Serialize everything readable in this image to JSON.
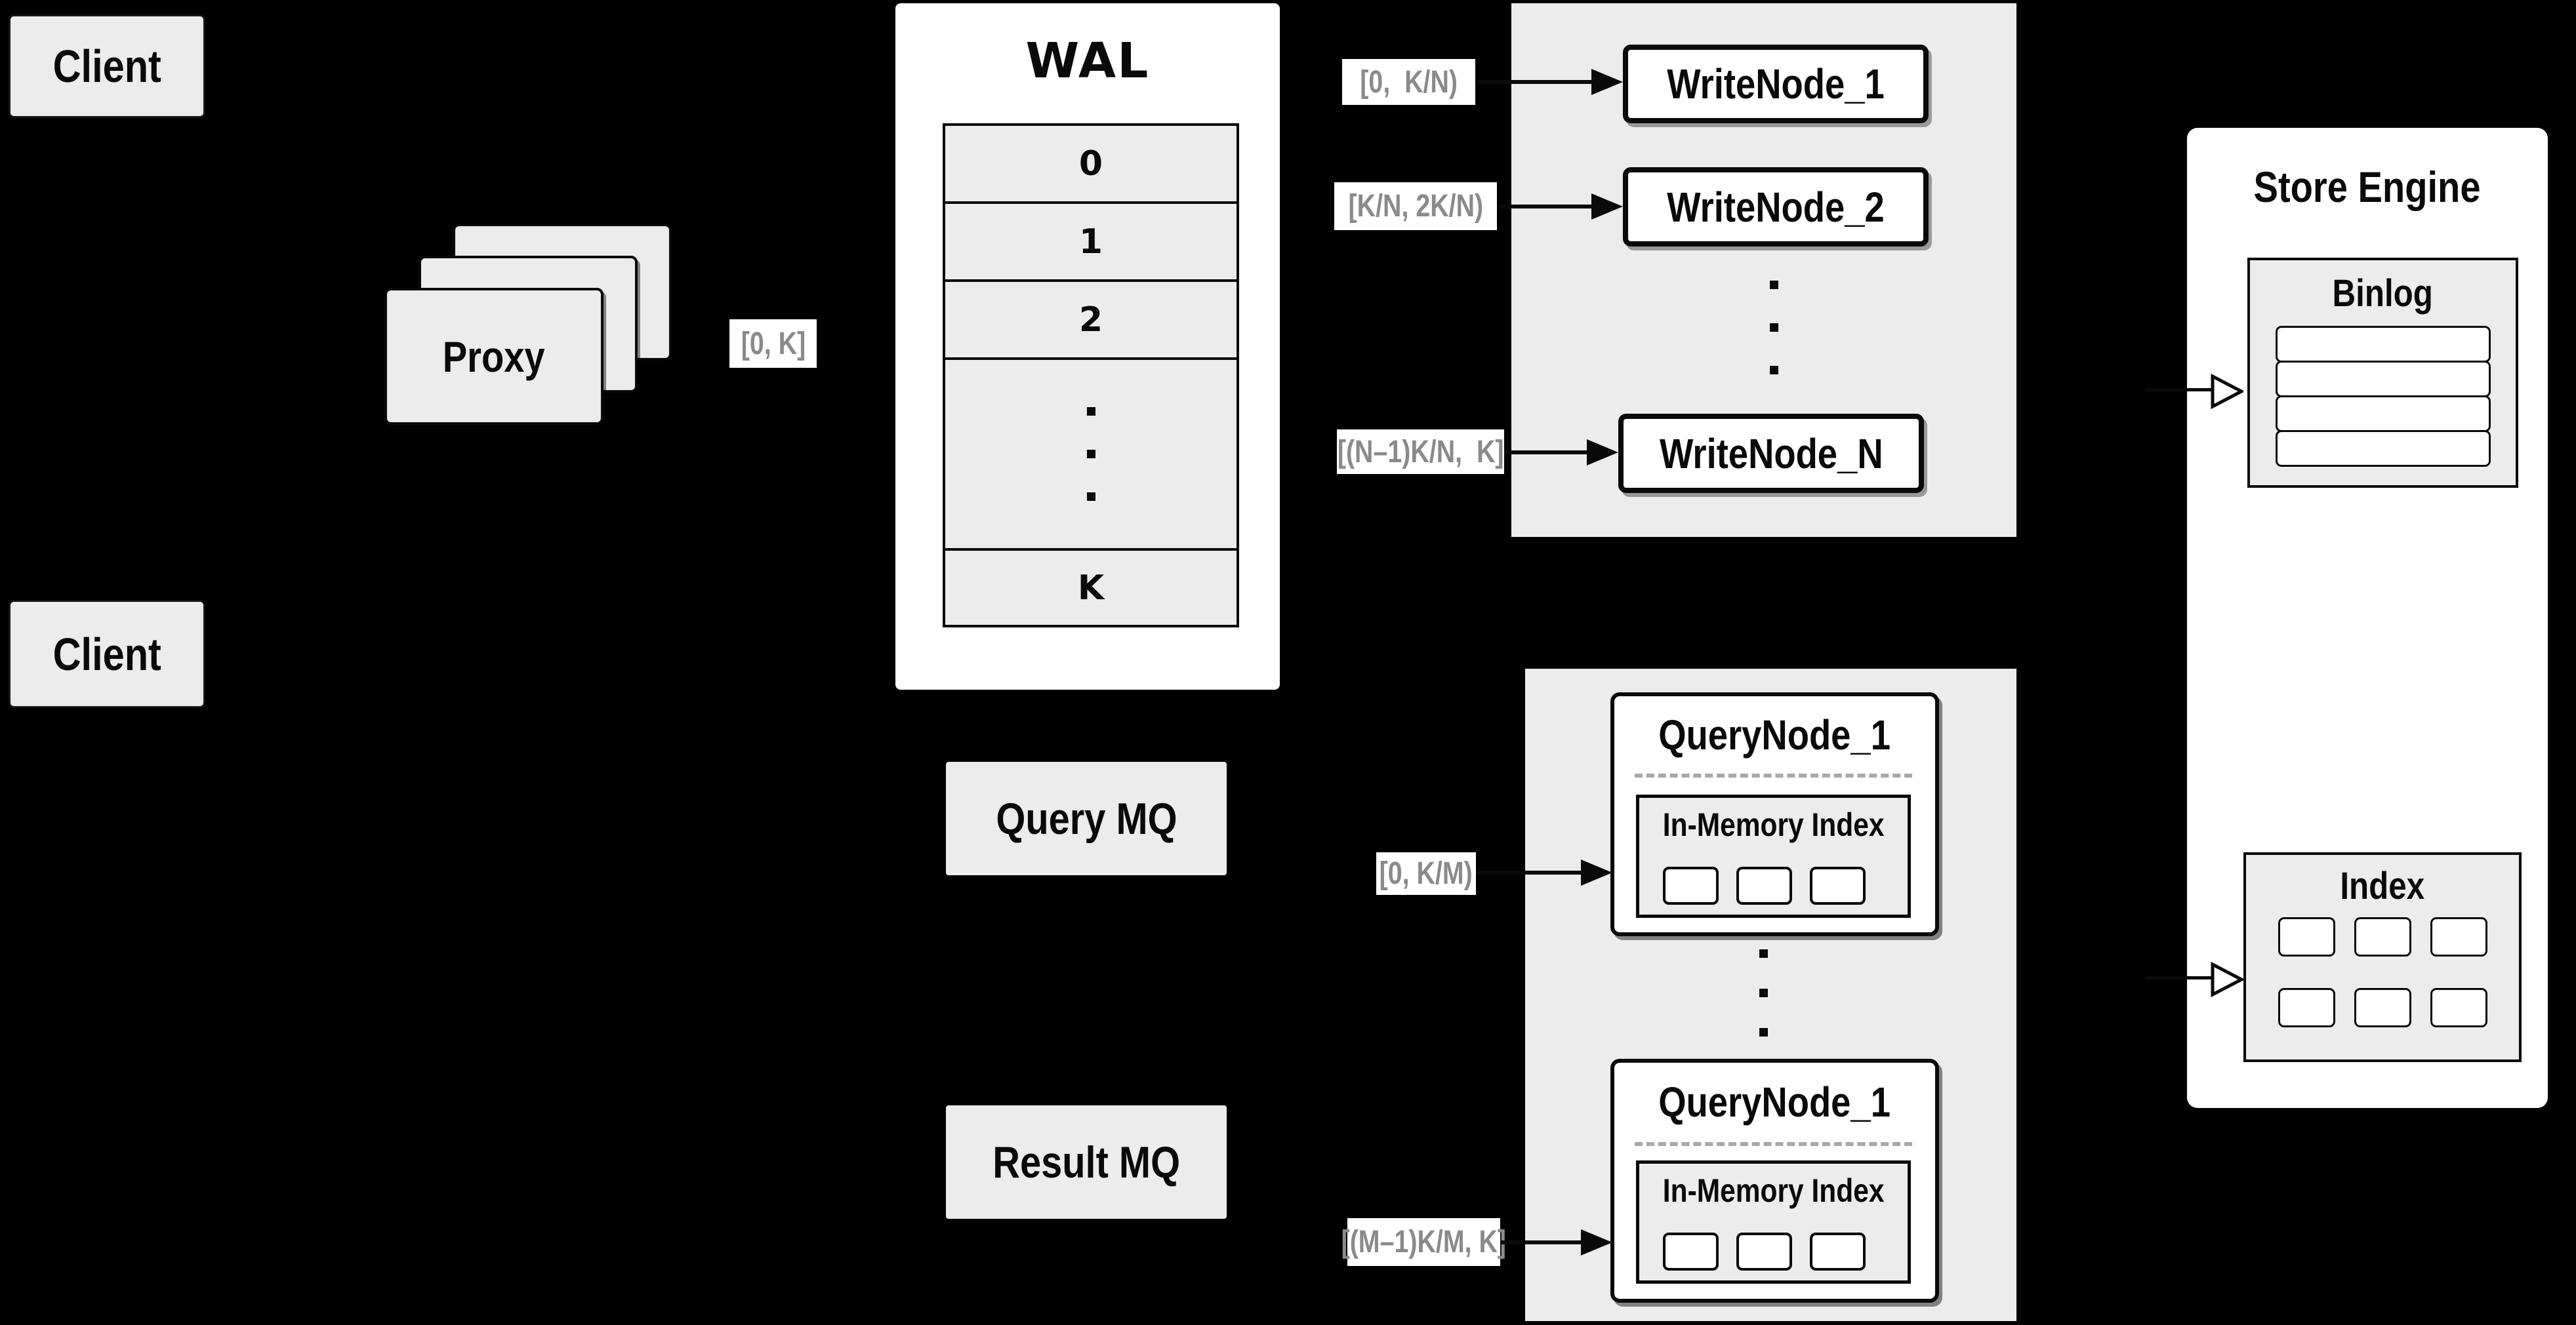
{
  "diagram": {
    "clients": {
      "top": "Client",
      "bottom": "Client"
    },
    "proxy": {
      "label": "Proxy",
      "range_label": "[0, K]"
    },
    "wal": {
      "title": "WAL",
      "rows": [
        "0",
        "1",
        "2",
        "K"
      ]
    },
    "write_section": {
      "nodes": [
        "WriteNode_1",
        "WriteNode_2",
        "WriteNode_N"
      ],
      "range_labels": [
        "[0,  K/N)",
        "[K/N, 2K/N)",
        "[(N–1)K/N,  K]"
      ]
    },
    "query_section": {
      "query_mq": "Query MQ",
      "result_mq": "Result MQ",
      "nodes": [
        {
          "title": "QueryNode_1",
          "subbox": "In-Memory Index"
        },
        {
          "title": "QueryNode_1",
          "subbox": "In-Memory Index"
        }
      ],
      "range_labels": [
        "[0, K/M)",
        "[(M–1)K/M, K]"
      ]
    },
    "store_engine": {
      "title": "Store Engine",
      "binlog_title": "Binlog",
      "index_title": "Index"
    },
    "icons": {
      "flow_arrow": "filled-right-arrow",
      "store_arrow": "open-right-arrow",
      "ellipsis": "vertical-square-dots"
    },
    "colors": {
      "background": "#000000",
      "panel_gray": "#ececec",
      "box_white": "#ffffff",
      "line_black": "#0a0a0a",
      "label_gray": "#8a8a8a",
      "dash_gray": "#a8a8a8"
    }
  }
}
